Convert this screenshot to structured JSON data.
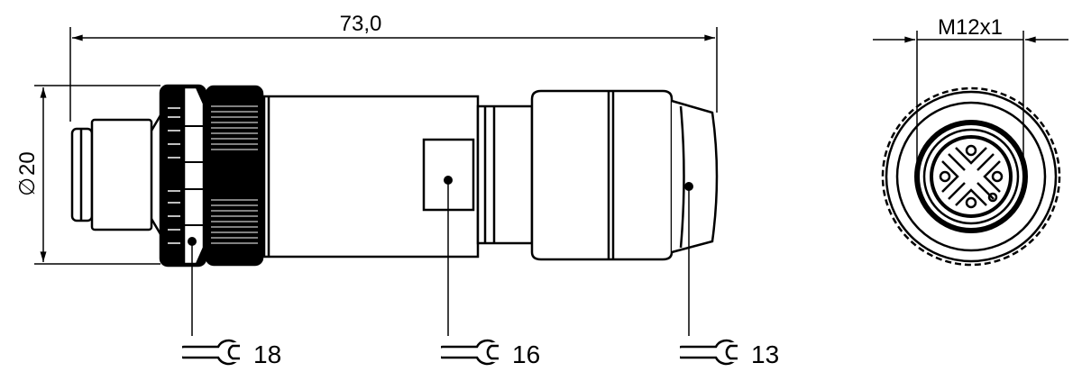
{
  "drawing": {
    "overall_length": "73,0",
    "diameter": "20",
    "diameter_symbol": "∅",
    "thread": "M12x1",
    "callouts": [
      {
        "label": "18",
        "icon": "wrench-icon"
      },
      {
        "label": "16",
        "icon": "wrench-icon"
      },
      {
        "label": "13",
        "icon": "wrench-icon"
      }
    ],
    "colors": {
      "line": "#000000",
      "background": "#ffffff"
    }
  }
}
